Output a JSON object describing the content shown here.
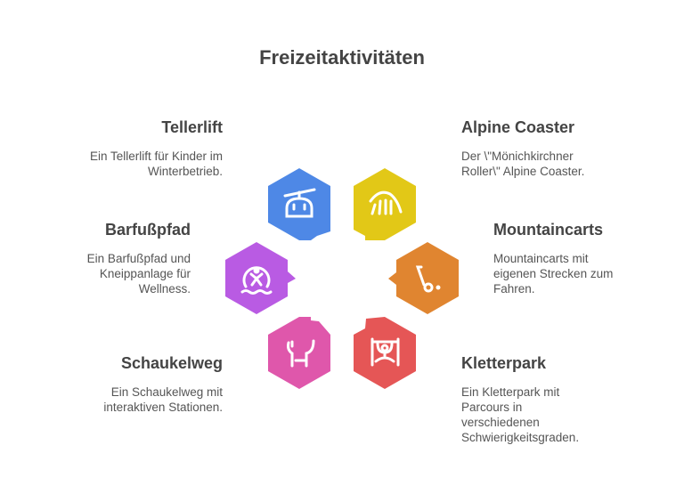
{
  "title": "Freizeitaktivitäten",
  "items": [
    {
      "name": "Tellerlift",
      "desc": "Ein Tellerlift für Kinder im Winterbetrieb.",
      "icon": "cable-car-icon",
      "color": "#4e88e6"
    },
    {
      "name": "Alpine Coaster",
      "desc": "Der \\\"Mönichkirchner Roller\\\" Alpine Coaster.",
      "icon": "roller-coaster-icon",
      "color": "#e2c817"
    },
    {
      "name": "Barfußpfad",
      "desc": "Ein Barfußpfad und Kneippanlage für Wellness.",
      "icon": "swimmer-icon",
      "color": "#b95be3"
    },
    {
      "name": "Mountaincarts",
      "desc": "Mountaincarts mit eigenen Strecken zum Fahren.",
      "icon": "scooter-icon",
      "color": "#e08530"
    },
    {
      "name": "Schaukelweg",
      "desc": "Ein Schaukelweg mit interaktiven Stationen.",
      "icon": "swing-icon",
      "color": "#df57ab"
    },
    {
      "name": "Kletterpark",
      "desc": "Ein Kletterpark mit Parcours in verschiedenen Schwierigkeitsgraden.",
      "icon": "climbing-icon",
      "color": "#e55656"
    }
  ]
}
